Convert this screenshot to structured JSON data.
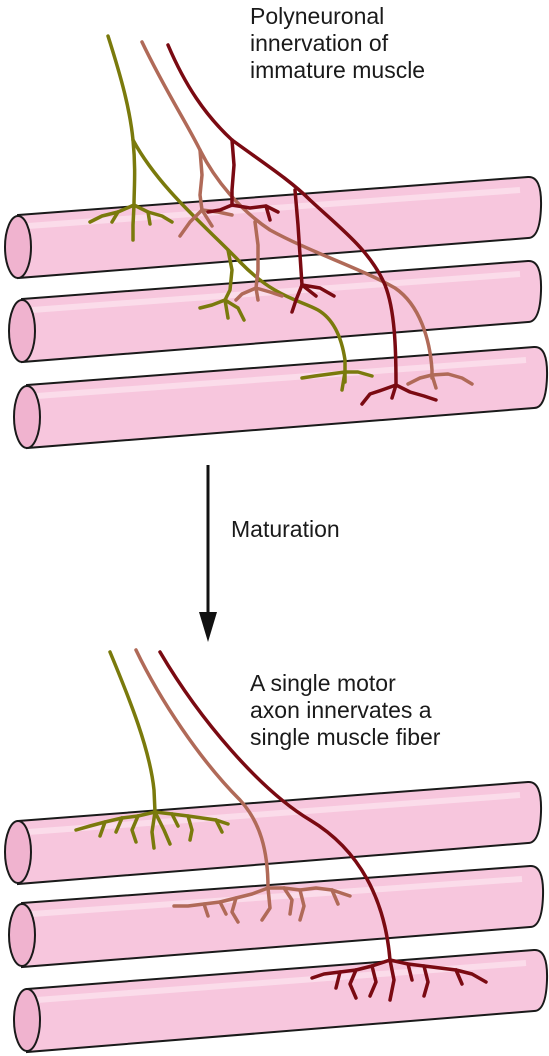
{
  "colors": {
    "fiber_fill": "#f7c6dd",
    "fiber_highlight": "#fce6f0",
    "fiber_stroke": "#1a1a1a",
    "axon_olive": "#7a7a0c",
    "axon_rose": "#b06a58",
    "axon_maroon": "#7a0a12",
    "arrow": "#111111"
  },
  "labels": {
    "top": {
      "line1": "Polyneuronal",
      "line2": "innervation of",
      "line3": "immature muscle"
    },
    "middle": "Maturation",
    "bottom": {
      "line1": "A single motor",
      "line2": "axon innervates a",
      "line3": "single muscle fiber"
    }
  },
  "icons": {
    "arrow": "down-arrow-icon"
  }
}
